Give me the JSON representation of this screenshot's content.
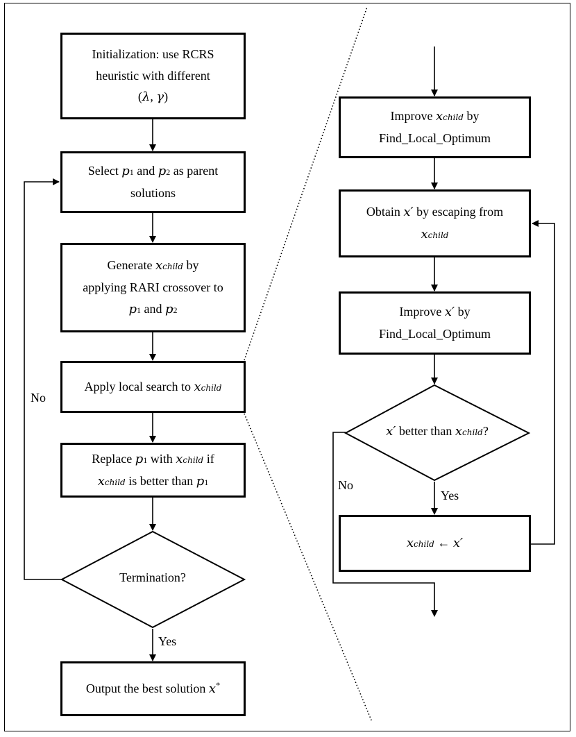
{
  "left_flow": {
    "init": [
      "Initialization: use RCRS",
      "heuristic with different"
    ],
    "select_a": "Select",
    "select_b": "and",
    "select_c": "as parent",
    "select_d": "solutions",
    "gen_a": "Generate",
    "gen_b": "by",
    "gen_c": "applying RARI crossover to",
    "gen_d": "and",
    "apply_a": "Apply local search to",
    "rep_a": "Replace",
    "rep_b": "with",
    "rep_c": "if",
    "rep_d": "is better than",
    "termination": "Termination?",
    "output_a": "Output the best solution",
    "yes": "Yes",
    "no": "No"
  },
  "right_flow": {
    "imp1_a": "Improve",
    "imp1_b": "by",
    "imp_c": "Find_Local_Optimum",
    "obtain_a": "Obtain",
    "obtain_b": "by escaping from",
    "imp2_a": "Improve",
    "imp2_b": "by",
    "better": "better than",
    "yes": "Yes",
    "no": "No"
  }
}
